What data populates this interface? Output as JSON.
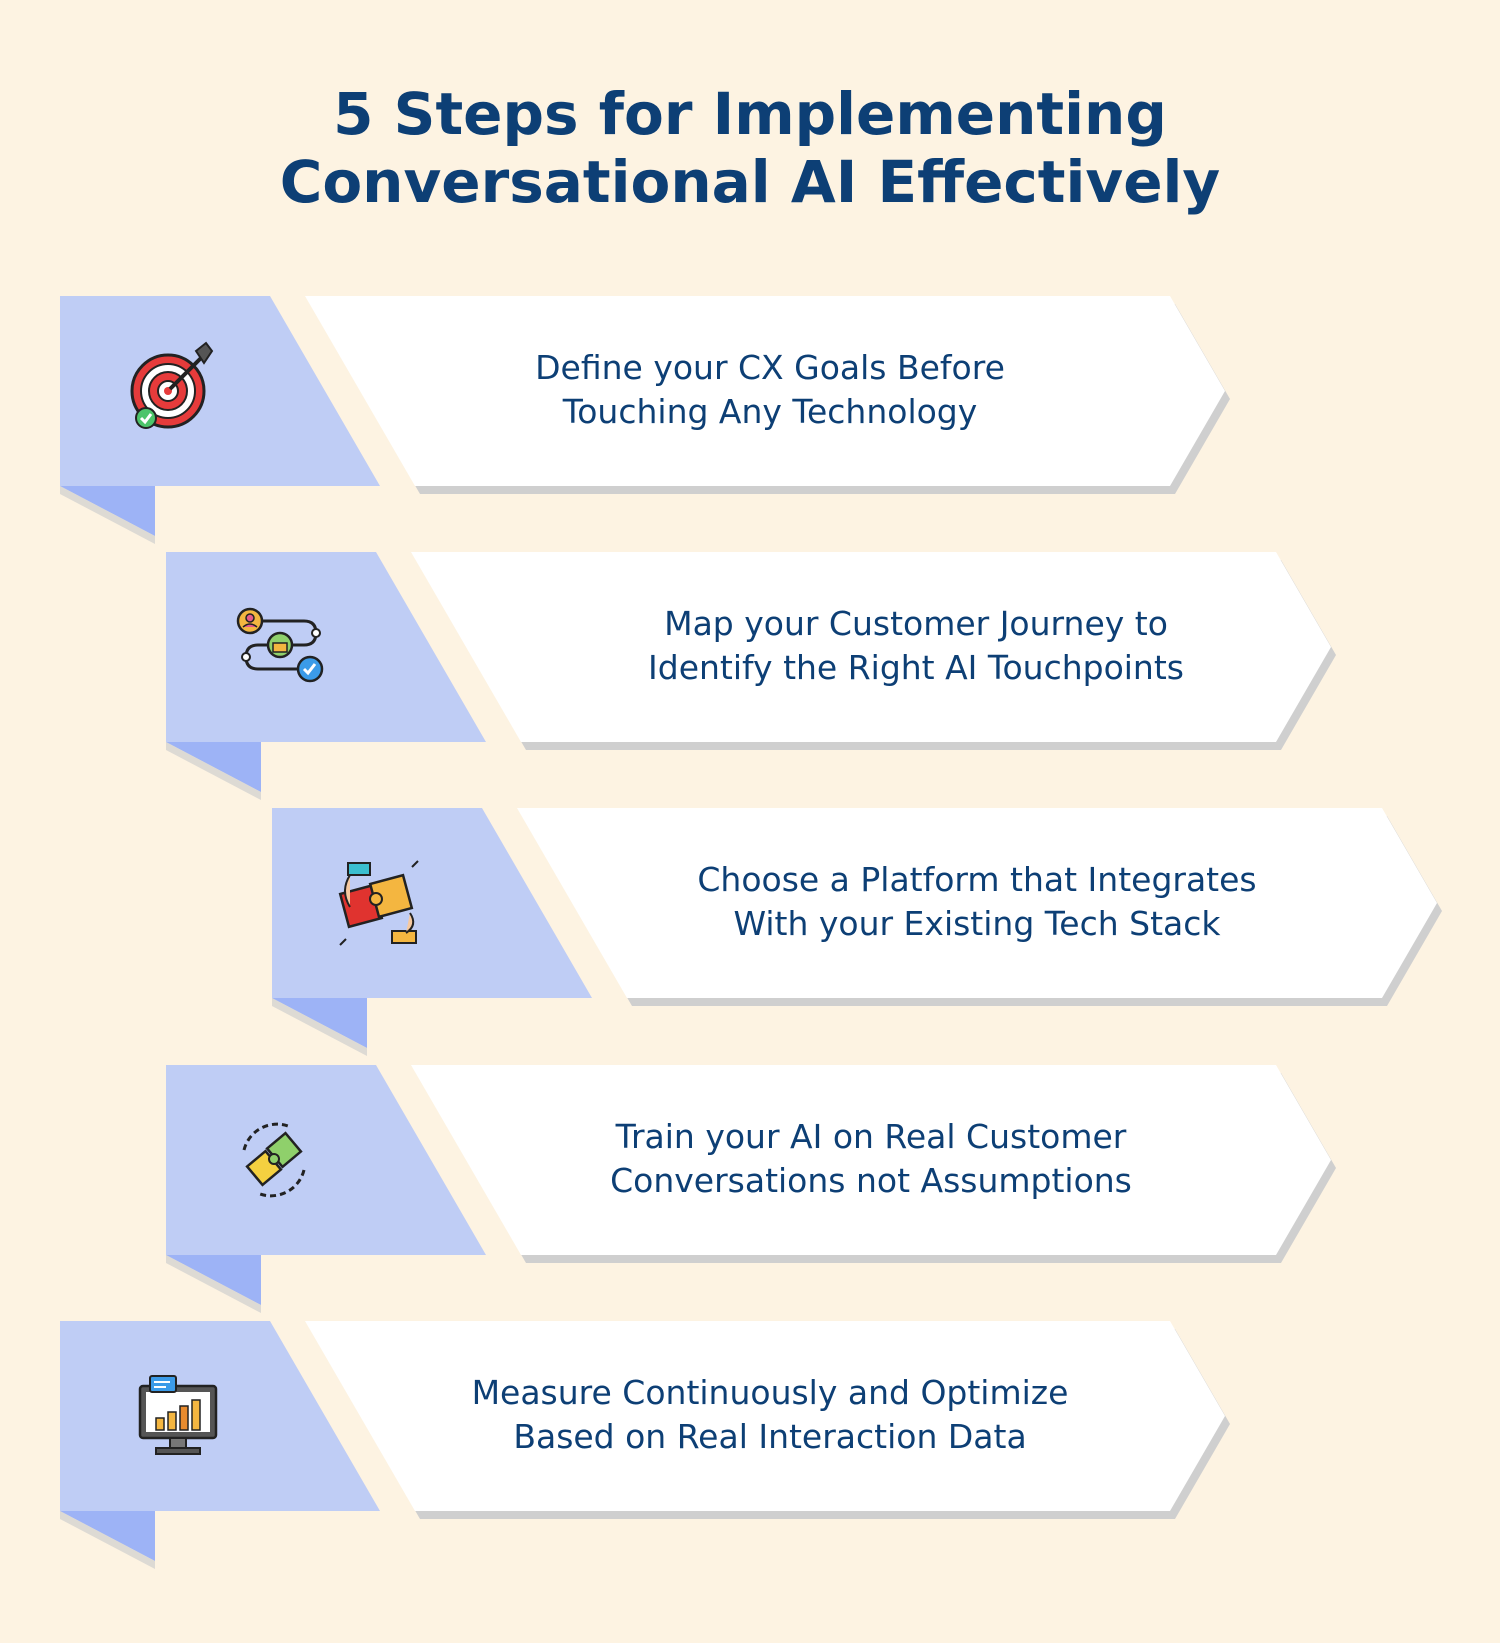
{
  "title": {
    "line1": "5 Steps for Implementing",
    "line2": "Conversational AI Effectively"
  },
  "colors": {
    "background": "#fdf3e2",
    "tab": "#bfcdf5",
    "tab_fold": "#9db3f6",
    "arrow": "#ffffff",
    "arrow_shadow": "#cfcfcf",
    "heading": "#0d3f75",
    "text": "#0d3f75"
  },
  "steps": [
    {
      "icon": "target-icon",
      "line1": "Define your CX Goals Before",
      "line2": "Touching Any Technology"
    },
    {
      "icon": "journey-map-icon",
      "line1": "Map your Customer Journey to",
      "line2": "Identify the Right AI Touchpoints"
    },
    {
      "icon": "puzzle-hands-icon",
      "line1": "Choose a Platform that Integrates",
      "line2": "With your Existing Tech Stack"
    },
    {
      "icon": "puzzle-sync-icon",
      "line1": "Train your AI on Real Customer",
      "line2": "Conversations not Assumptions"
    },
    {
      "icon": "analytics-monitor-icon",
      "line1": "Measure Continuously and Optimize",
      "line2": "Based on Real Interaction Data"
    }
  ]
}
